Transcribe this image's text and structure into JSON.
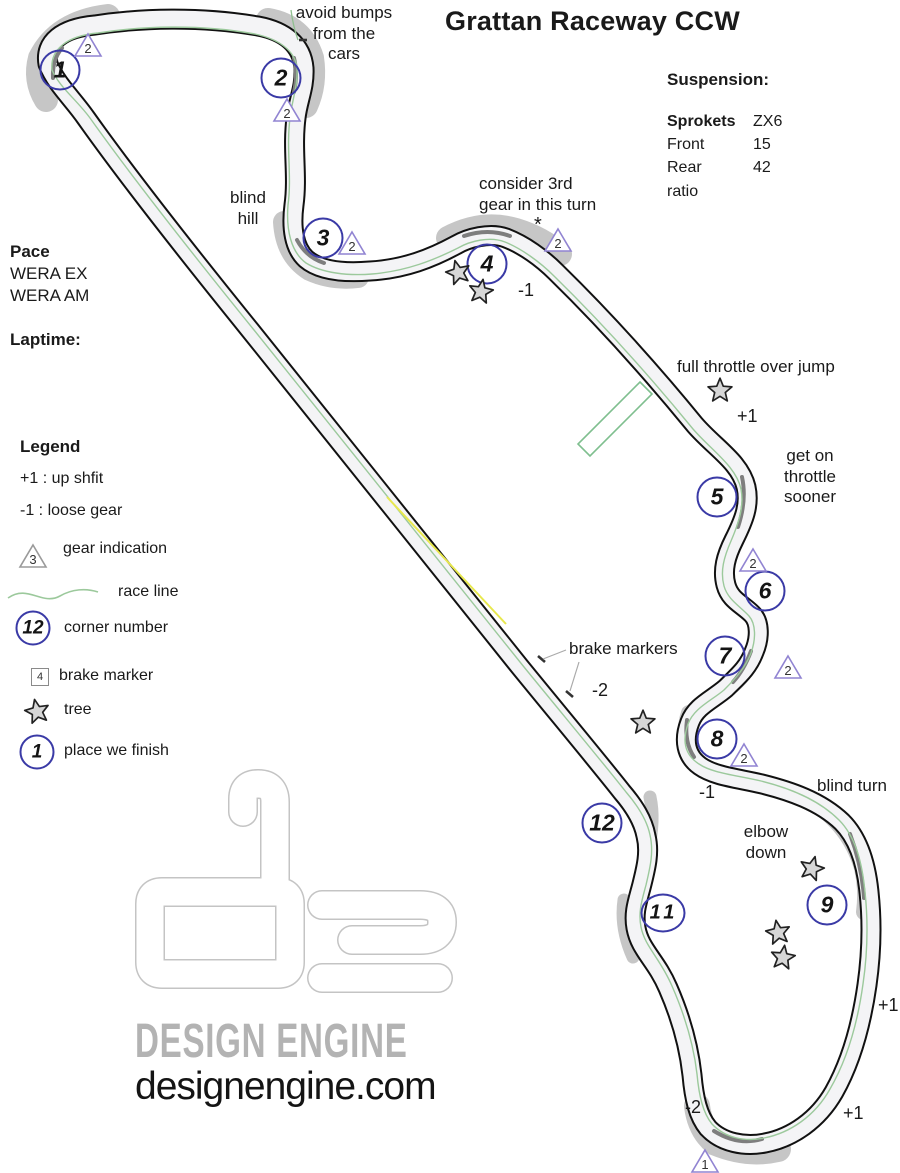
{
  "title": "Grattan Raceway CCW",
  "info": {
    "suspension_heading": "Suspension:",
    "rows": [
      {
        "label": "Sprokets",
        "value": "ZX6"
      },
      {
        "label": "Front",
        "value": "15"
      },
      {
        "label": "Rear",
        "value": "42"
      },
      {
        "label": "ratio",
        "value": ""
      }
    ]
  },
  "pace": {
    "heading": "Pace",
    "lines": [
      "WERA EX",
      "WERA AM"
    ],
    "laptime_label": "Laptime:"
  },
  "legend": {
    "heading": "Legend",
    "upshift": "+1 : up shfit",
    "loose_gear": "-1 : loose gear",
    "gear_indication_symbol": "3",
    "gear_indication_label": "gear indication",
    "race_line_label": "race line",
    "corner_number_symbol": "12",
    "corner_number_label": "corner number",
    "brake_marker_symbol": "4",
    "brake_marker_label": "brake marker",
    "tree_label": "tree",
    "finish_symbol": "1",
    "finish_label": "place we finish"
  },
  "annotations": {
    "avoid_bumps": "avoid bumps\nfrom the\ncars",
    "blind_hill": "blind\nhill",
    "consider_third": "consider 3rd\ngear in this turn",
    "asterisk": "*",
    "minus1_corner4": "-1",
    "full_throttle": "full throttle over jump",
    "plus1_jump": "+1",
    "get_on_throttle": "get on\nthrottle\nsooner",
    "brake_markers": "brake markers",
    "minus2_straight": "-2",
    "minus1_after8": "-1",
    "blind_turn": "blind turn",
    "elbow_down": "elbow\ndown",
    "plus1_right": "+1",
    "minus2_bottom": "-2",
    "plus1_bottom": "+1"
  },
  "corners": [
    "1",
    "2",
    "3",
    "4",
    "5",
    "6",
    "7",
    "8",
    "9",
    "11",
    "12"
  ],
  "gear_markers": [
    "2",
    "2",
    "2",
    "2",
    "2",
    "2",
    "2",
    "1"
  ],
  "footer": {
    "brand": "DESIGN ENGINE",
    "site": "designengine.com"
  },
  "colors": {
    "road": "#f4f4f6",
    "road_edge": "#111111",
    "curb": "#c6c6c6",
    "race_line": "#9cc99c",
    "yellow_line": "#e8e84e",
    "circle_blue": "#3a3aa6",
    "triangle_purple": "#9184d2"
  }
}
